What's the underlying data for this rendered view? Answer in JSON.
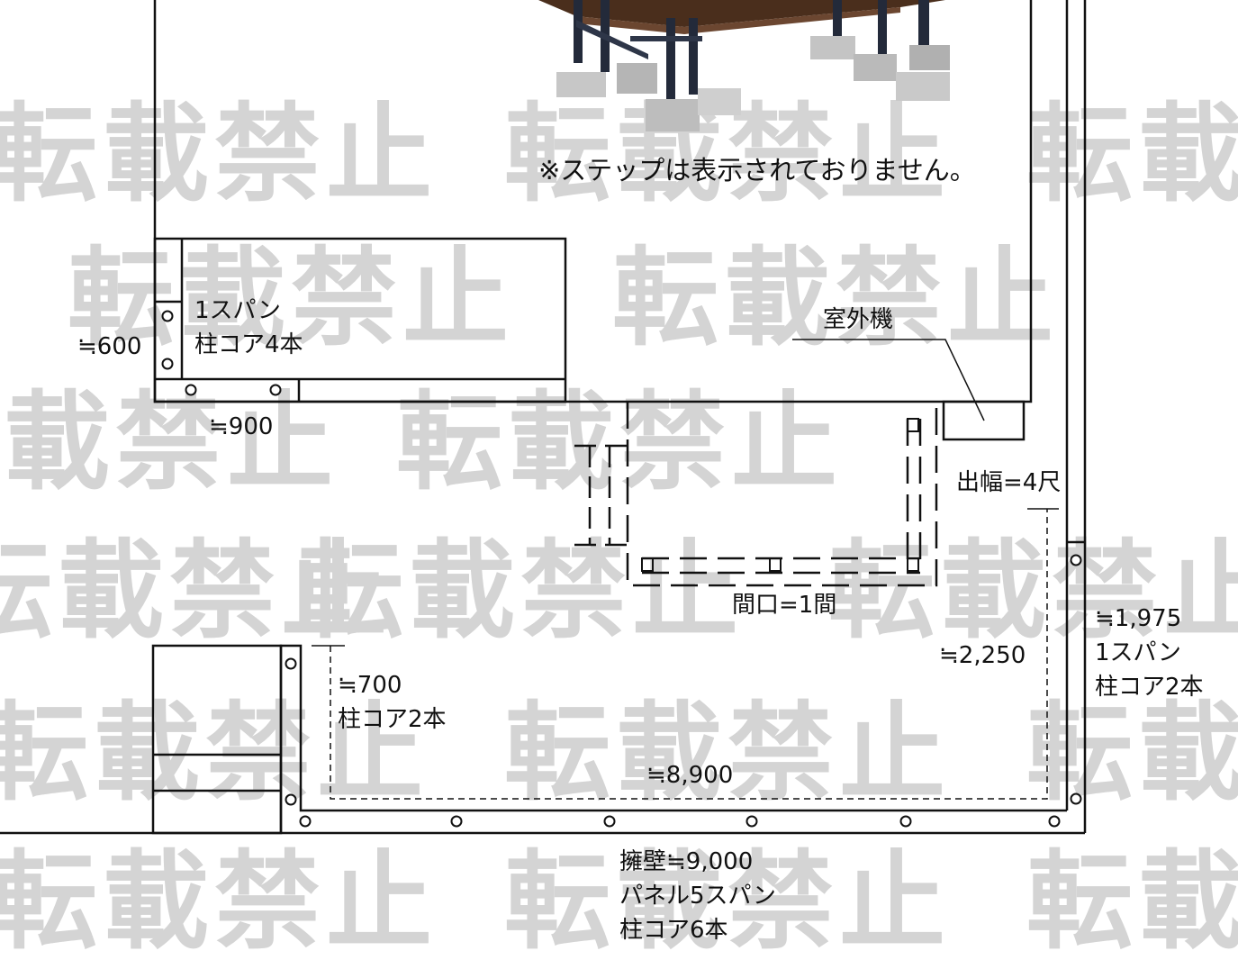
{
  "note": "※ステップは表示されておりません。",
  "watermark": "転載禁止",
  "labels": {
    "left_box": {
      "dim": "≒600",
      "span": "1スパン",
      "posts": "柱コア4本",
      "width": "≒900"
    },
    "outdoor_unit": "室外機",
    "projection": "出幅=4尺",
    "frontage": "間口=1間",
    "right_wall": {
      "dim": "≒1,975",
      "span": "1スパン",
      "posts": "柱コア2本"
    },
    "inner_depth": "≒2,250",
    "left_wall": {
      "dim": "≒700",
      "posts": "柱コア2本"
    },
    "inner_width": "≒8,900",
    "retaining_wall": {
      "dim": "擁壁≒9,000",
      "span": "パネル5スパン",
      "posts": "柱コア6本"
    }
  },
  "colors": {
    "line": "#111111",
    "watermark": "#d4d4d4",
    "deck": "#4a2e1c",
    "steel": "#232a3a",
    "concrete": "#bdbdbd"
  }
}
